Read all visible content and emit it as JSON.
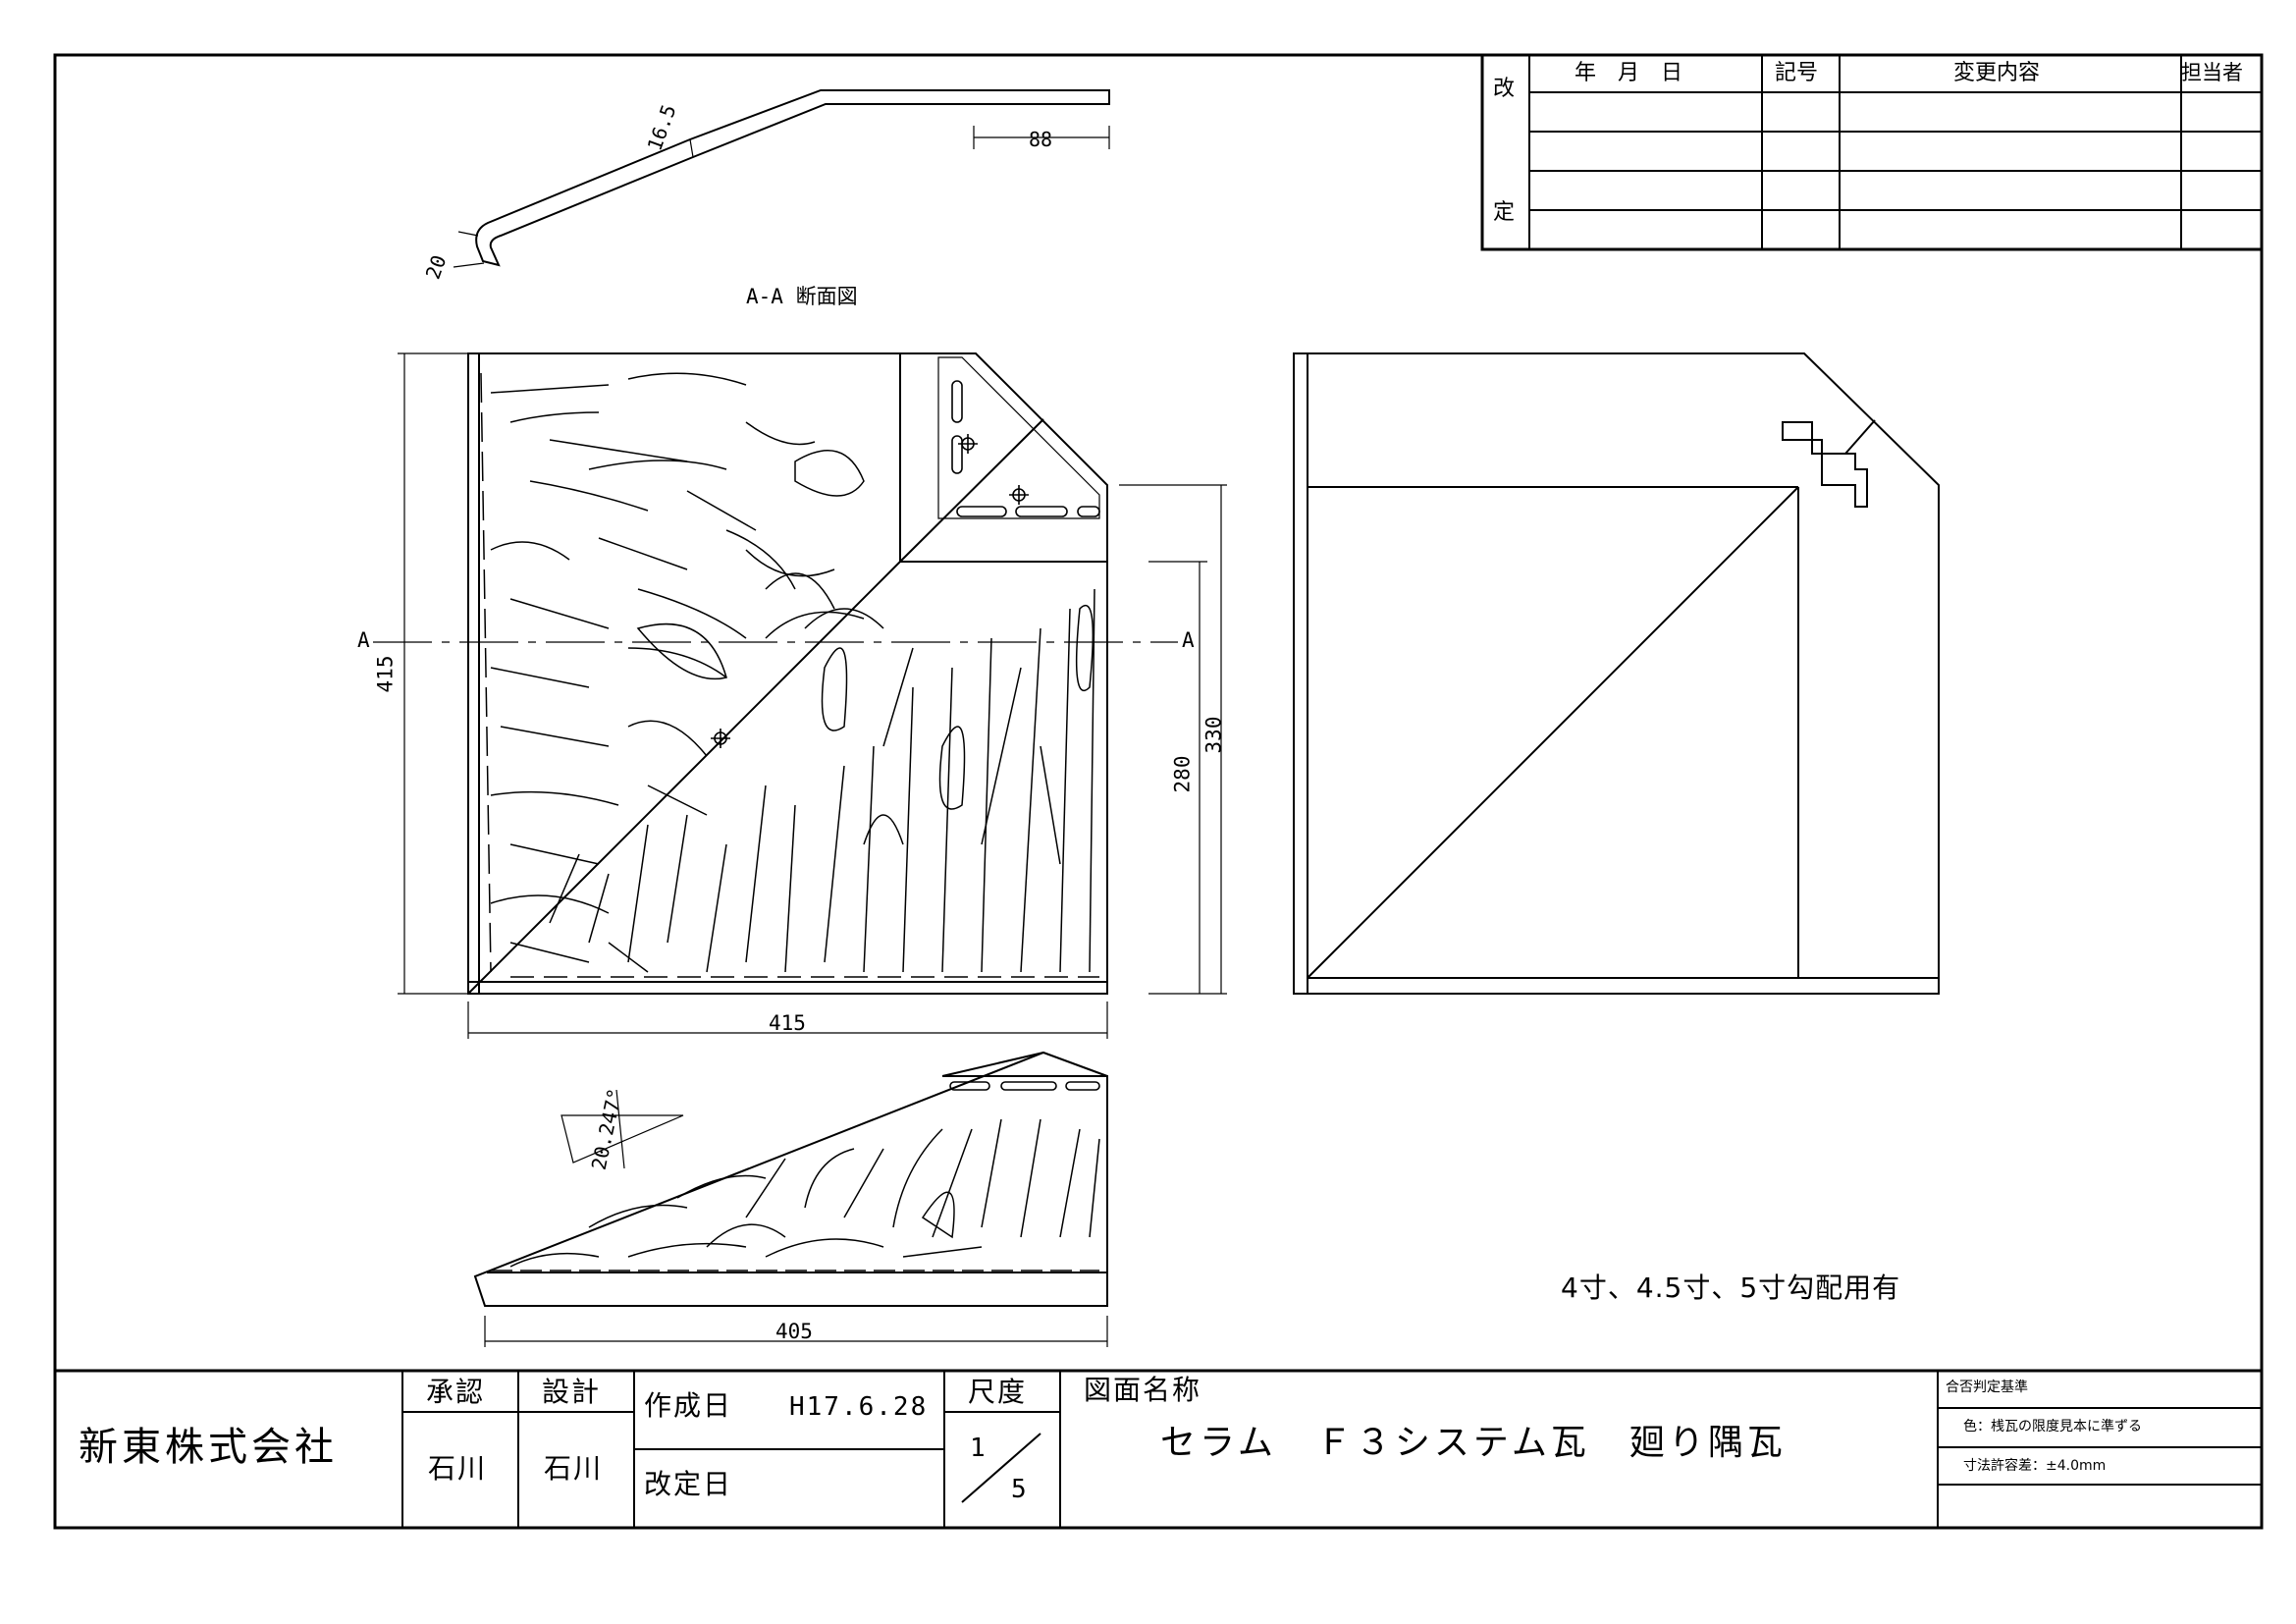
{
  "revision_table": {
    "side_label_top": "改",
    "side_label_bottom": "定",
    "headers": [
      "年　月　日",
      "記号",
      "変更内容",
      "担当者"
    ]
  },
  "section": {
    "title": "A-A 断面図",
    "dim_thickness": "16.5",
    "dim_hook": "20",
    "dim_lip": "88"
  },
  "plan_view": {
    "section_mark_left": "A",
    "section_mark_right": "A",
    "dim_height": "415",
    "dim_width": "415",
    "dim_280": "280",
    "dim_330": "330"
  },
  "side_view": {
    "angle": "20.247°",
    "dim_length": "405"
  },
  "note": "4寸、4.5寸、5寸勾配用有",
  "title_block": {
    "company": "新東株式会社",
    "approval_label": "承認",
    "design_label": "設計",
    "approver": "石川",
    "designer": "石川",
    "created_label": "作成日",
    "created_date": "H17.6.28",
    "revised_label": "改定日",
    "scale_label": "尺度",
    "scale_num": "1",
    "scale_den": "5",
    "drawing_name_label": "図面名称",
    "drawing_name": "セラム　Ｆ３システム瓦　廻り隅瓦",
    "criteria_title": "合否判定基準",
    "criteria_color": "色：桟瓦の限度見本に準ずる",
    "criteria_tolerance": "寸法許容差：±4.0mm"
  }
}
